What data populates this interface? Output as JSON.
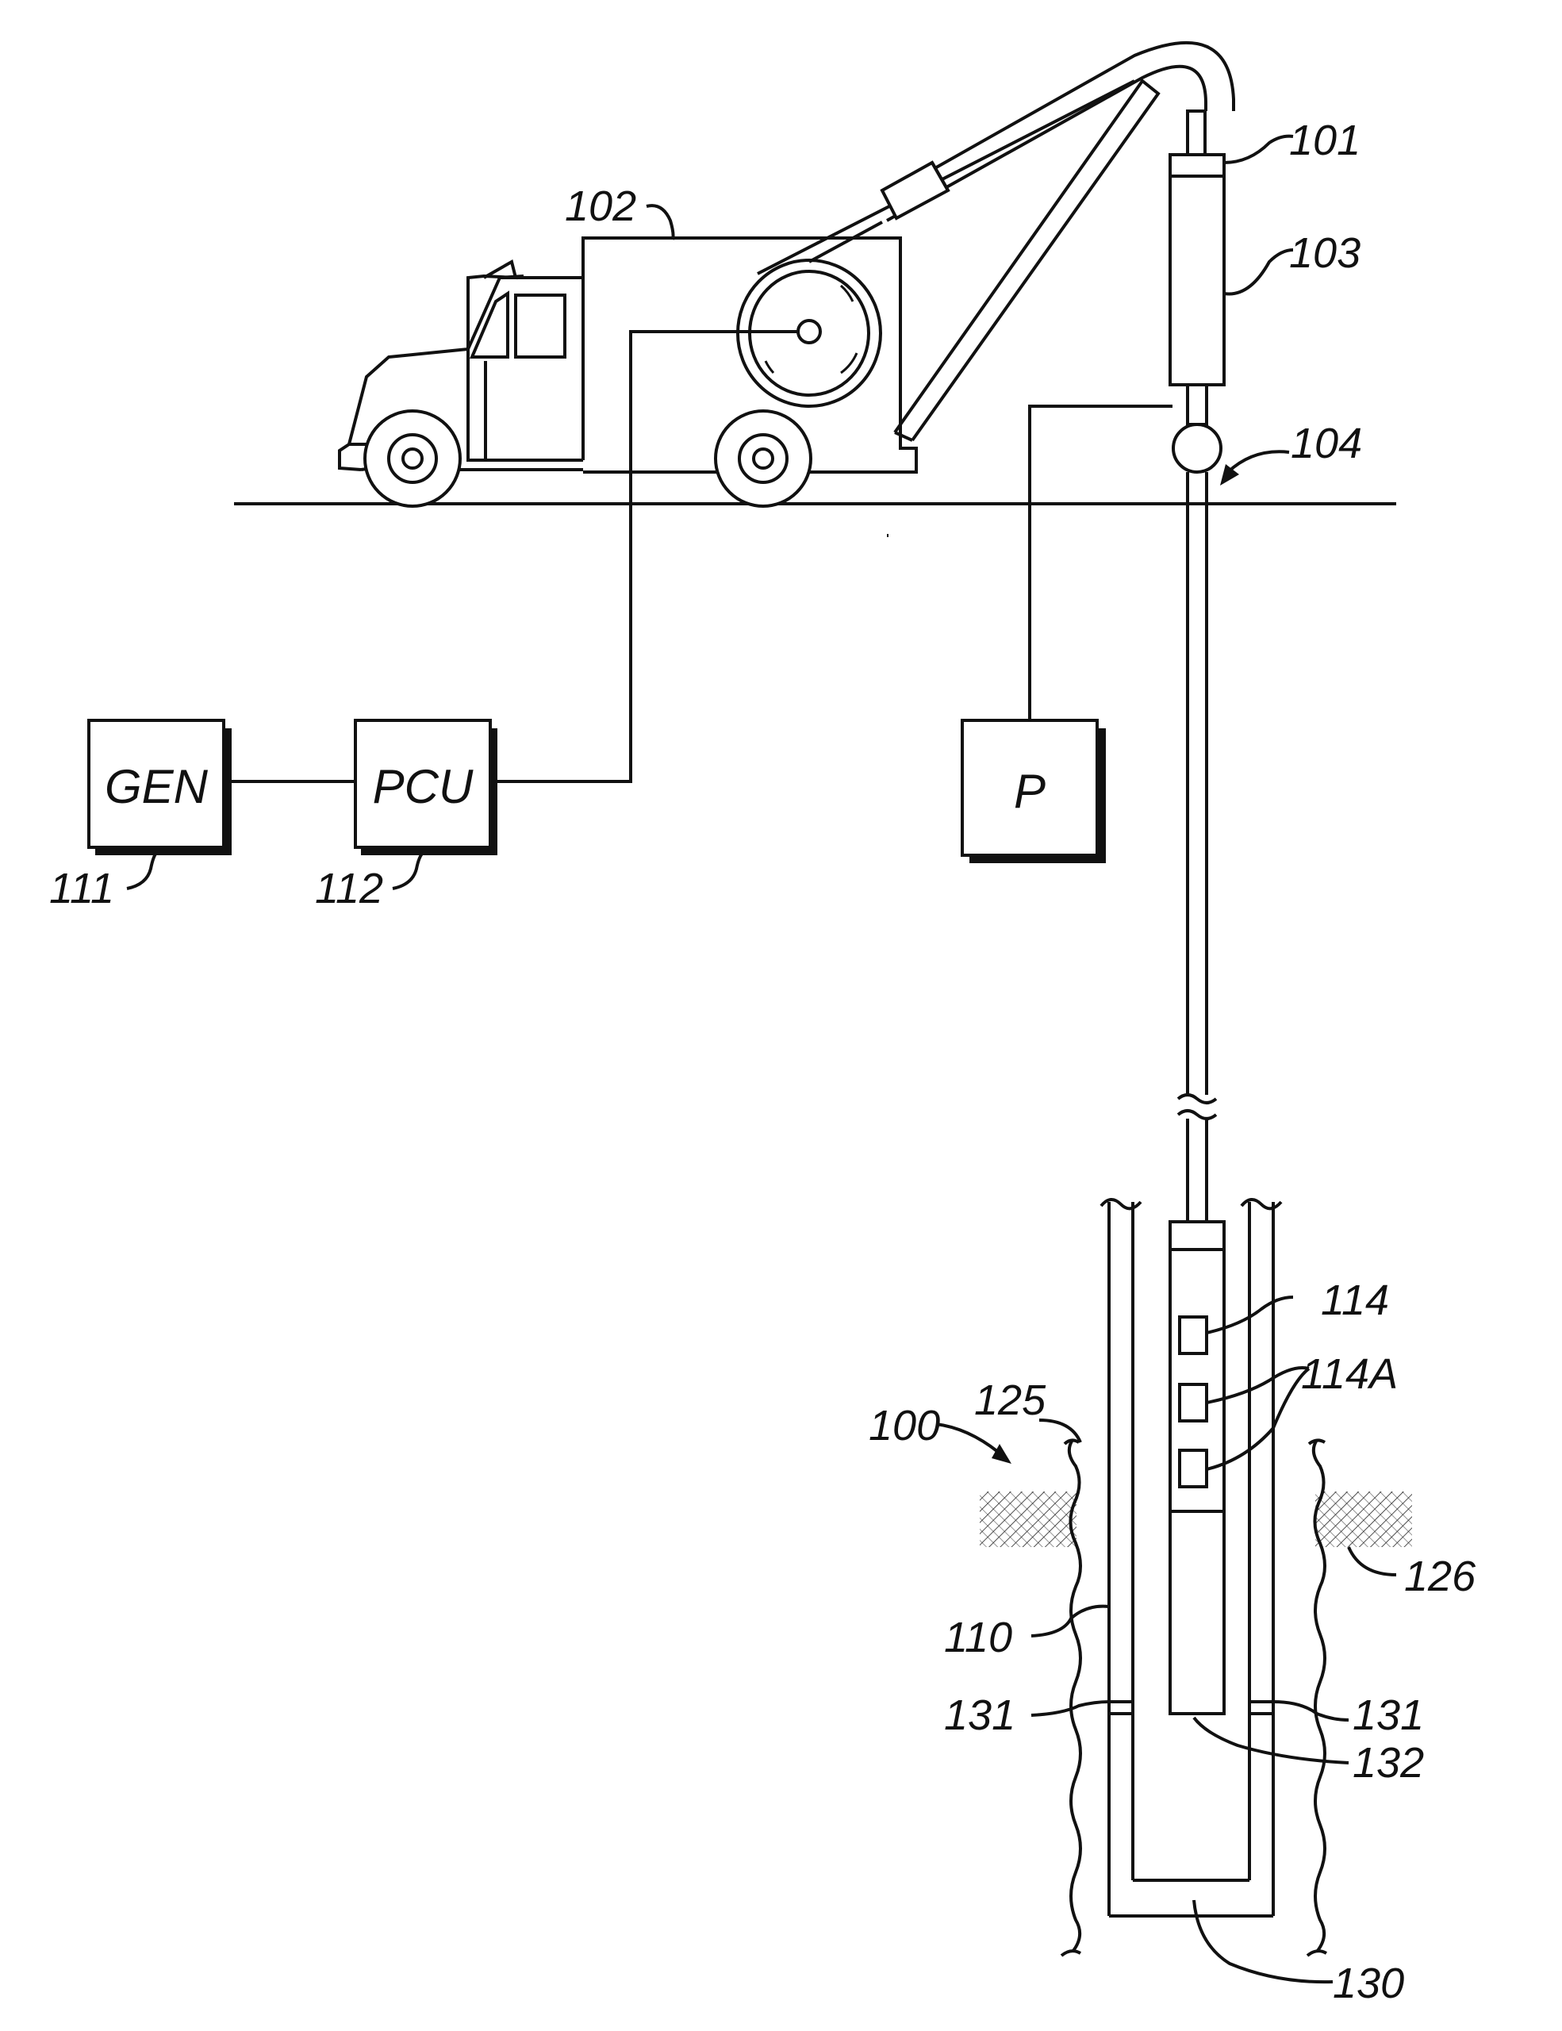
{
  "boxes": {
    "gen": "GEN",
    "pcu": "PCU",
    "pump": "P"
  },
  "refs": {
    "r100": "100",
    "r101": "101",
    "r102": "102",
    "r103": "103",
    "r104": "104",
    "r110": "110",
    "r111": "111",
    "r112": "112",
    "r114": "114",
    "r114a": "114A",
    "r125": "125",
    "r126": "126",
    "r130": "130",
    "r131_left": "131",
    "r131_right": "131",
    "r132": "132"
  }
}
